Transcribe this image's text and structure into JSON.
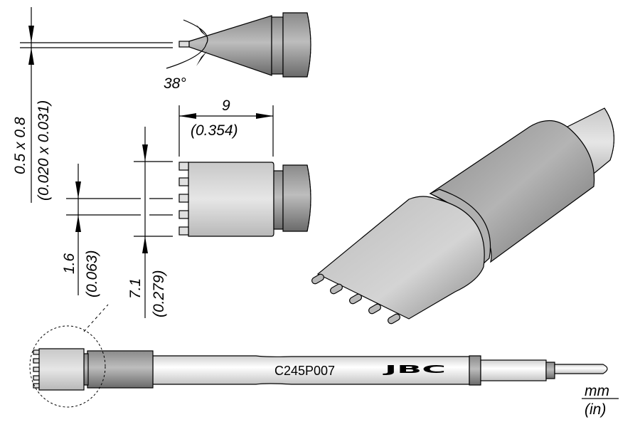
{
  "drawing": {
    "tip_angle": "38°",
    "tip_size_mm": "0.5 x 0.8",
    "tip_size_in": "(0.020 x 0.031)",
    "length_mm": "9",
    "length_in": "(0.354)",
    "width_mm": "7.1",
    "width_in": "(0.279)",
    "pitch_mm": "1.6",
    "pitch_in": "(0.063)",
    "model": "C245P007",
    "brand": "JBC",
    "unit_mm": "mm",
    "unit_in": "(in)"
  },
  "colors": {
    "metal_dark": "#6e6e6e",
    "metal_mid": "#a8a8a8",
    "metal_light": "#e2e2e2",
    "line": "#000000"
  }
}
